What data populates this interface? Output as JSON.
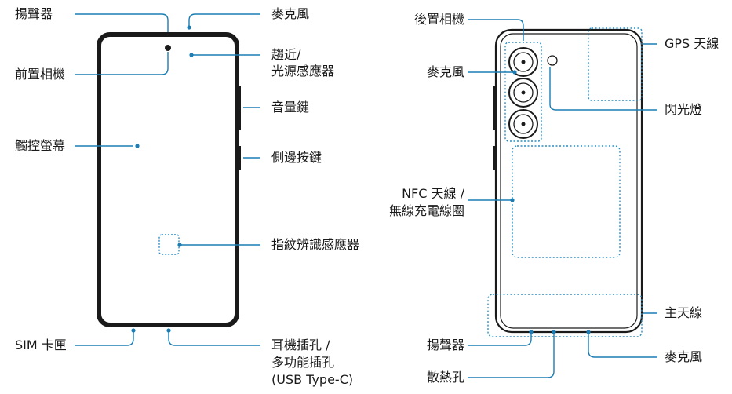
{
  "colors": {
    "leader": "#1b7db3",
    "body_outline": "#1a1a1a",
    "antenna_dots": "#2a8ec4"
  },
  "front": {
    "speaker": "揚聲器",
    "front_camera": "前置相機",
    "touchscreen": "觸控螢幕",
    "sim_tray": "SIM 卡匣",
    "microphone": "麥克風",
    "proximity_line1": "趨近/",
    "proximity_line2": "光源感應器",
    "volume_key": "音量鍵",
    "side_key": "側邊按鍵",
    "fingerprint": "指紋辨識感應器",
    "earphone_line1": "耳機插孔 /",
    "earphone_line2": "多功能插孔",
    "earphone_line3": "(USB Type-C)"
  },
  "back": {
    "rear_camera": "後置相機",
    "microphone": "麥克風",
    "nfc_line1": "NFC 天線 /",
    "nfc_line2": "無線充電線圈",
    "speaker": "揚聲器",
    "vent": "散熱孔",
    "gps_antenna": "GPS 天線",
    "flash": "閃光燈",
    "main_antenna": "主天線",
    "microphone_bottom": "麥克風"
  }
}
